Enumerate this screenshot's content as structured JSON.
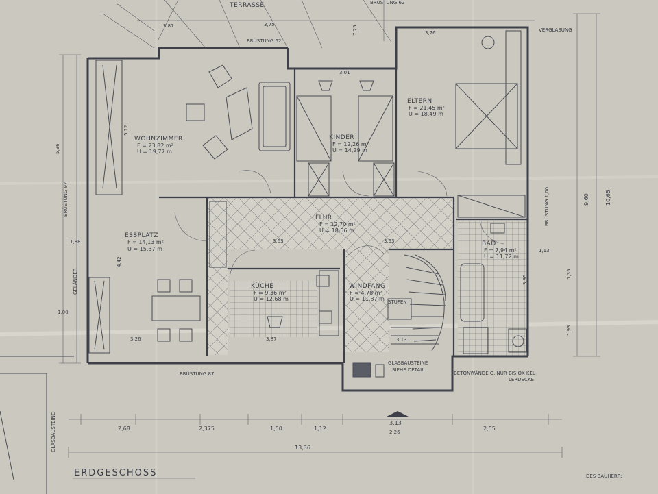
{
  "title": "ERDGESCHOSS",
  "signature": "DES BAUHERR:",
  "rooms": {
    "terrasse": {
      "name": "TERRASSE"
    },
    "wohnzimmer": {
      "name": "WOHNZIMMER",
      "area": "F = 23,82 m²",
      "perimeter": "U = 19,77 m"
    },
    "kinder": {
      "name": "KINDER",
      "area": "F = 12,26 m²",
      "perimeter": "U = 14,29 m"
    },
    "eltern": {
      "name": "ELTERN",
      "area": "F = 21,45 m²",
      "perimeter": "U = 18,49 m"
    },
    "flur": {
      "name": "FLUR",
      "area": "F = 12,70 m²",
      "perimeter": "U = 18,56 m"
    },
    "essplatz": {
      "name": "ESSPLATZ",
      "area": "F = 14,13 m²",
      "perimeter": "U = 15,37 m"
    },
    "bad": {
      "name": "BAD",
      "area": "F = 7,94 m²",
      "perimeter": "U = 11,72 m"
    },
    "kueche": {
      "name": "KÜCHE",
      "area": "F = 9,36 m²",
      "perimeter": "U = 12,68 m"
    },
    "windfang": {
      "name": "WINDFANG",
      "area": "F = 4,78 m²",
      "perimeter": "U = 11,87 m"
    }
  },
  "notes": {
    "brustung_top_left": "BRÜSTUNG 62",
    "brustung_top_right": "BRÜSTUNG 62",
    "brustung_left": "BRÜSTUNG 97",
    "brustung_bottom": "BRÜSTUNG 87",
    "brustung_right": "BRÜSTUNG 1,00",
    "glasbausteine": "GLASBAUSTEINE",
    "siehe_detail": "SIEHE DETAIL",
    "betonwaende": "BETONWÄNDE O. NUR BIS OK KEL-",
    "lerdecke": "LERDECKE",
    "verglasung": "VERGLASUNG",
    "gelander": "GELÄNDER",
    "glasbausteine_side": "GLASBAUSTEINE",
    "stufen": "STUFEN"
  },
  "dimensions": {
    "top": [
      "3,87",
      "3,75",
      "7,25",
      "3,76"
    ],
    "interior": [
      "3,01",
      "3,63",
      "3,63",
      "3,87",
      "3,26",
      "3,13"
    ],
    "left": [
      "5,96",
      "5,12",
      "4,42",
      "1,00",
      "1,88"
    ],
    "right": [
      "9,60",
      "10,65",
      "1,35",
      "1,93",
      "1,13",
      "3,95"
    ],
    "bottom": [
      "2,68",
      "2,375",
      "1,50",
      "1,12",
      "3,13",
      "2,55"
    ],
    "bottom_sub": [
      "2,26"
    ],
    "overall": "13,36"
  }
}
